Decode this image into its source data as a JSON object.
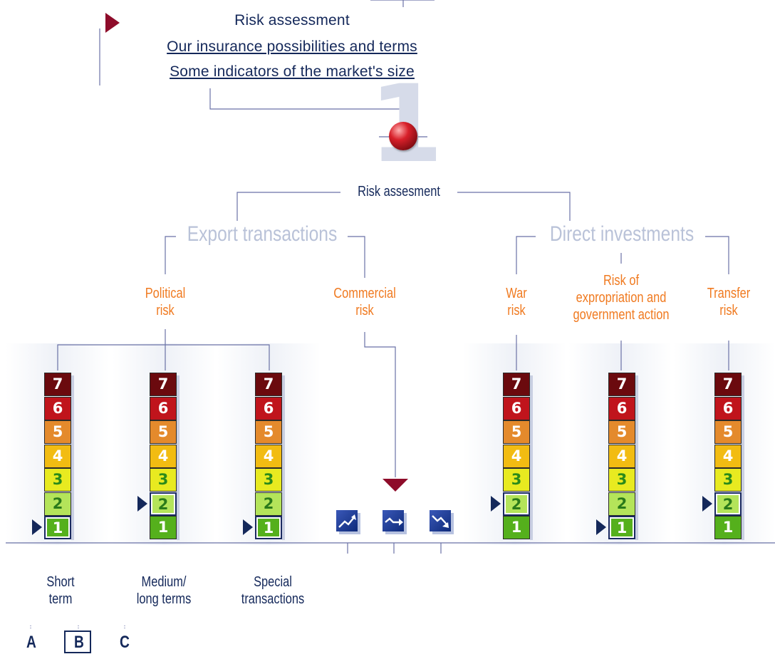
{
  "nav": {
    "title": "Risk assessment",
    "links": [
      "Our insurance possibilities and terms",
      "Some indicators of the market's size"
    ]
  },
  "diagram": {
    "big_number": "1",
    "root": "Risk assesment",
    "sections": [
      {
        "title": "Export transactions"
      },
      {
        "title": "Direct investments"
      }
    ],
    "risk_labels": [
      {
        "text": "Political\nrisk",
        "color": "orange"
      },
      {
        "text": "Commercial\nrisk",
        "color": "orange"
      },
      {
        "text": "War\nrisk",
        "color": "orange"
      },
      {
        "text": "Risk of\nexpropriation and\ngovernment action",
        "color": "orange"
      },
      {
        "text": "Transfer\nrisk",
        "color": "orange"
      }
    ],
    "scale_values": [
      "7",
      "6",
      "5",
      "4",
      "3",
      "2",
      "1"
    ],
    "scale_colors": {
      "7": "#6b0a0e",
      "6": "#c0141c",
      "5": "#e48a2c",
      "4": "#f2bc12",
      "3": "#e8ea20",
      "2": "#b4e45a",
      "1": "#55b01c"
    },
    "scale_text_colors": {
      "7": "#ffffff",
      "6": "#ffffff",
      "5": "#ffffff",
      "4": "#ffffff",
      "3": "#2a8a1a",
      "2": "#2a7a1a",
      "1": "#ffffff"
    },
    "scales": [
      {
        "name": "short-term",
        "level": 1
      },
      {
        "name": "medium-long-terms",
        "level": 2
      },
      {
        "name": "special-transactions",
        "level": 1
      },
      {
        "name": "war-risk",
        "level": 2
      },
      {
        "name": "expropriation-risk",
        "level": 1
      },
      {
        "name": "transfer-risk",
        "level": 2
      }
    ],
    "trend_icons": [
      "trend-up-icon",
      "trend-flat-icon",
      "trend-down-icon"
    ],
    "selected_trend": 1,
    "bottom_labels": [
      "Short\nterm",
      "Medium/\nlong terms",
      "Special\ntransactions"
    ],
    "categories": [
      "A",
      "B",
      "C"
    ],
    "selected_category": "B"
  }
}
